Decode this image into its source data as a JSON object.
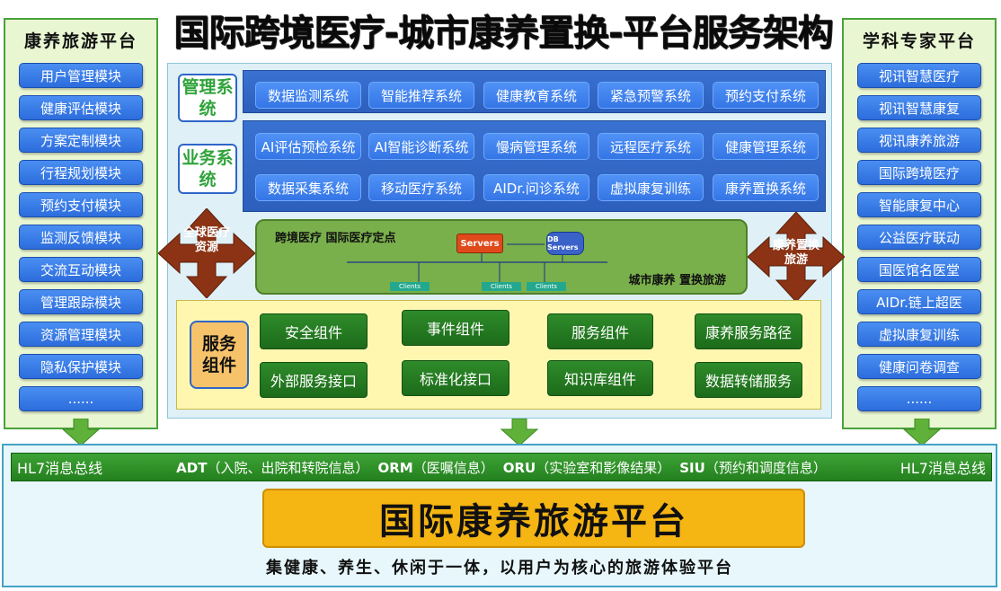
{
  "title": "国际跨境医疗-城市康养置换-平台服务架构",
  "left_panel": {
    "title": "康养旅游平台",
    "items": [
      "用户管理模块",
      "健康评估模块",
      "方案定制模块",
      "行程规划模块",
      "预约支付模块",
      "监测反馈模块",
      "交流互动模块",
      "管理跟踪模块",
      "资源管理模块",
      "隐私保护模块",
      "......"
    ]
  },
  "right_panel": {
    "title": "学科专家平台",
    "items": [
      "视讯智慧医疗",
      "视讯智慧康复",
      "视讯康养旅游",
      "国际跨境医疗",
      "智能康复中心",
      "公益医疗联动",
      "国医馆名医堂",
      "AIDr.链上超医",
      "虚拟康复训练",
      "健康问卷调查",
      "......"
    ]
  },
  "management": {
    "label": "管理系统",
    "chips": [
      "数据监测系统",
      "智能推荐系统",
      "健康教育系统",
      "紧急预警系统",
      "预约支付系统"
    ]
  },
  "business": {
    "label": "业务系统",
    "row1": [
      "AI评估预检系统",
      "AI智能诊断系统",
      "慢病管理系统",
      "远程医疗系统",
      "健康管理系统"
    ],
    "row2": [
      "数据采集系统",
      "移动医疗系统",
      "AIDr.问诊系统",
      "虚拟康复训练",
      "康养置换系统"
    ]
  },
  "left_arrow_label": "全球医疗资源",
  "right_arrow_label": "康养置换旅游",
  "diagram": {
    "top_left_text": "跨境医疗 国际医疗定点",
    "bottom_right_text": "城市康养 置换旅游",
    "servers_label": "Servers",
    "db_label": "DB Servers",
    "clients_label": "Clients"
  },
  "services": {
    "label": "服务组件",
    "row1": [
      "安全组件",
      "事件组件",
      "服务组件",
      "康养服务路径"
    ],
    "row2": [
      "外部服务接口",
      "标准化接口",
      "知识库组件",
      "数据转储服务"
    ]
  },
  "hl7": {
    "left": "HL7消息总线",
    "right": "HL7消息总线",
    "segments": [
      {
        "code": "ADT",
        "desc": "（入院、出院和转院信息）"
      },
      {
        "code": "ORM",
        "desc": "（医嘱信息）"
      },
      {
        "code": "ORU",
        "desc": "（实验室和影像结果）"
      },
      {
        "code": "SIU",
        "desc": "（预约和调度信息）"
      }
    ]
  },
  "platform": {
    "title": "国际康养旅游平台",
    "subtitle": "集健康、养生、休闲于一体，以用户为核心的旅游体验平台"
  },
  "colors": {
    "chip_blue": "#3576e6",
    "band_blue": "#2d5fbd",
    "green_button": "#1d6b1a",
    "arrow_brown": "#8b3314",
    "platform_orange": "#f5b512",
    "panel_green": "#e9f6d2"
  }
}
